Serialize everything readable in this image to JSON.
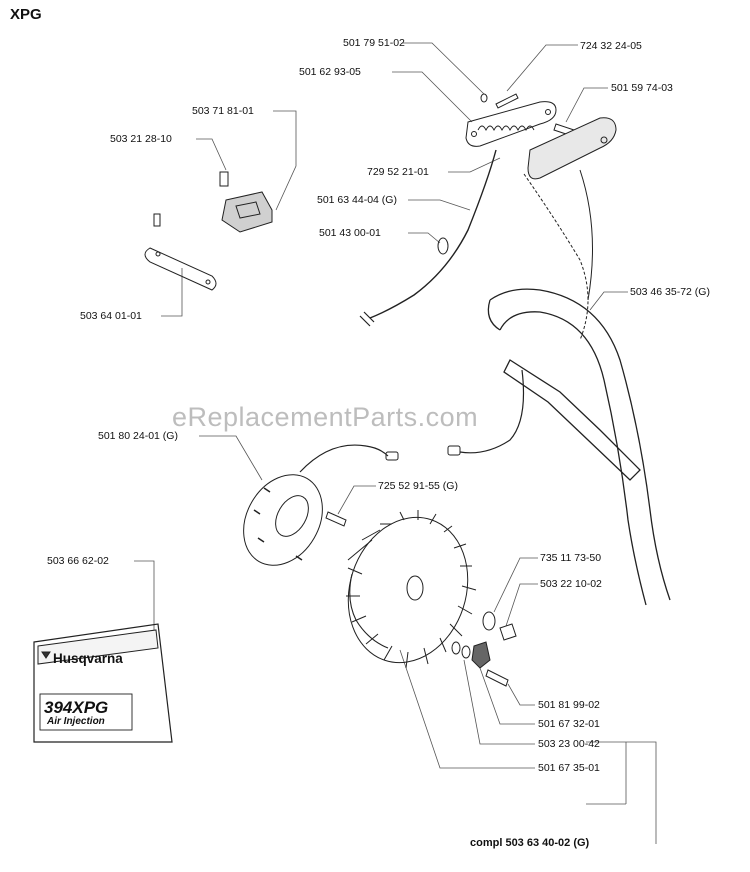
{
  "page": {
    "title": "XPG",
    "watermark": "eReplacementParts.com"
  },
  "parts": {
    "p1": "501 79 51-02",
    "p2": "724 32 24-05",
    "p3": "501 62 93-05",
    "p4": "501 59 74-03",
    "p5": "503 71 81-01",
    "p6": "503 21 28-10",
    "p7": "729 52 21-01",
    "p8": "501 63 44-04 (G)",
    "p9": "501 43 00-01",
    "p10": "503 46 35-72 (G)",
    "p11": "503 64 01-01",
    "p12": "501 80 24-01 (G)",
    "p13": "725 52 91-55 (G)",
    "p14": "503 66 62-02",
    "p15": "735 11 73-50",
    "p16": "503 22 10-02",
    "p17": "501 81 99-02",
    "p18": "501 67 32-01",
    "p19": "503 23 00-42",
    "p20": "501 67 35-01",
    "kit": "compl 503 63 40-02 (G)"
  },
  "decal": {
    "brand": "Husqvarna",
    "model": "394XPG",
    "sub": "Air Injection"
  },
  "colors": {
    "line": "#222222",
    "watermark": "#bdbdbd",
    "background": "#ffffff"
  }
}
